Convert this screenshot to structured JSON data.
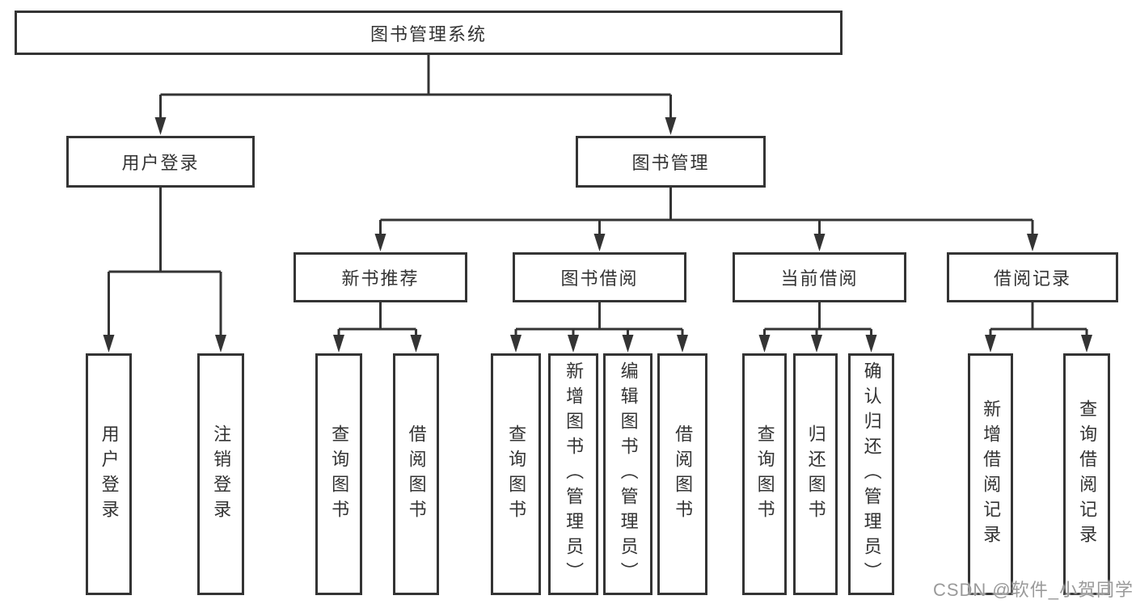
{
  "tree": {
    "root": {
      "label": "图书管理系统"
    },
    "branches": [
      {
        "label": "用户登录",
        "leaves": [
          "用户登录",
          "注销登录"
        ]
      },
      {
        "label": "图书管理",
        "groups": [
          {
            "label": "新书推荐",
            "leaves": [
              "查询图书",
              "借阅图书"
            ]
          },
          {
            "label": "图书借阅",
            "leaves": [
              "查询图书",
              "新增图书（管理员）",
              "编辑图书（管理员）",
              "借阅图书"
            ]
          },
          {
            "label": "当前借阅",
            "leaves": [
              "查询图书",
              "归还图书",
              "确认归还（管理员）"
            ]
          },
          {
            "label": "借阅记录",
            "leaves": [
              "新增借阅记录",
              "查询借阅记录"
            ]
          }
        ]
      }
    ]
  },
  "watermark": "CSDN @软件_小贺同学",
  "colors": {
    "line": "#343434",
    "text": "#333333",
    "watermark": "#9A9A9A",
    "background": "#FFFFFF"
  }
}
